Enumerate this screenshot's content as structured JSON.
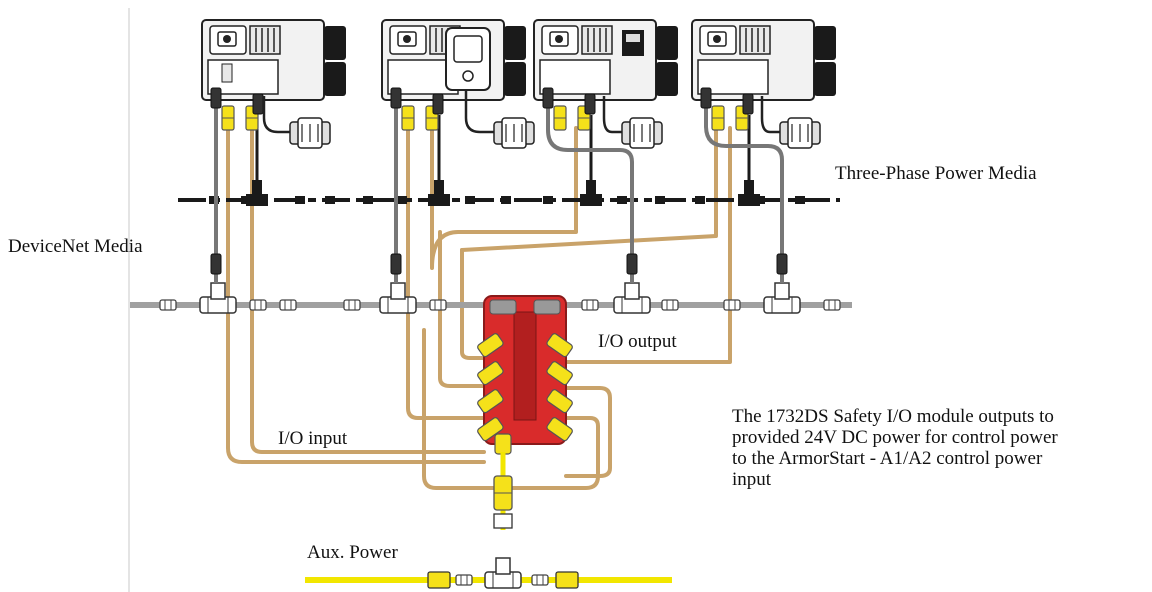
{
  "labels": {
    "three_phase_power_media": "Three-Phase Power Media",
    "devicenet_media": "DeviceNet Media",
    "io_output": "I/O output",
    "io_input": "I/O input",
    "aux_power": "Aux. Power",
    "safety_note_lines": [
      "The 1732DS Safety I/O module outputs to",
      "provided 24V DC power for control power",
      "to the ArmorStart - A1/A2 control power",
      "input"
    ]
  },
  "colors": {
    "background": "#ffffff",
    "io_cable": "#c9a36a",
    "aux_power_cable": "#f2e600",
    "devicenet_cable": "#a0a0a0",
    "three_phase_cable": "#1a1a1a",
    "safety_module": "#d92b2b",
    "connector_yellow": "#f5e11a",
    "starter_body": "#f2f2f2"
  },
  "components": {
    "starter_count": 4,
    "safety_module_connector_pairs": 4
  }
}
